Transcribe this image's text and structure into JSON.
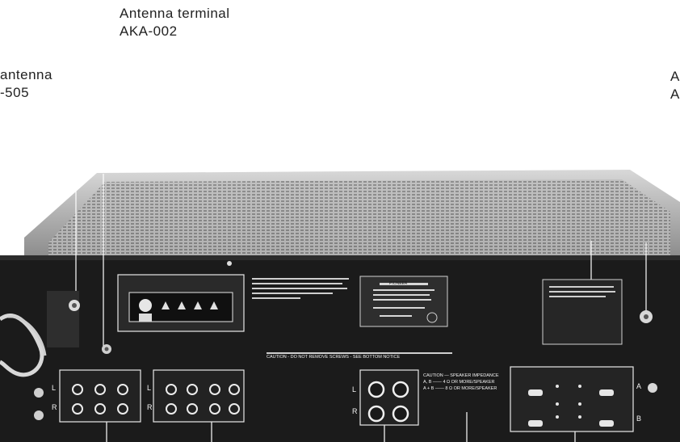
{
  "callouts": {
    "antenna_terminal": {
      "line1": "Antenna terminal",
      "line2": "AKA-002"
    },
    "left_partial": {
      "line1": "antenna",
      "line2": "-505"
    },
    "right_partial": {
      "line1": "A",
      "line2": "A"
    }
  },
  "panel": {
    "caution_center": "CAUTION - DO NOT REMOVE SCREWS - SEE BOTTOM NOTICE",
    "speaker_caution": [
      "CAUTION — SPEAKER IMPEDANCE",
      "A, B —— 4 Ω OR MORE/SPEAKER",
      "A + B —— 8 Ω OR MORE/SPEAKER"
    ],
    "jack_labels": {
      "left": "L",
      "right": "R"
    },
    "speaker_ab": {
      "a": "A",
      "b": "B"
    },
    "brand_plate": "PIONEER"
  },
  "colors": {
    "panel": "#1b1b1b",
    "grille": "#9a9a9a",
    "text": "#222222"
  }
}
